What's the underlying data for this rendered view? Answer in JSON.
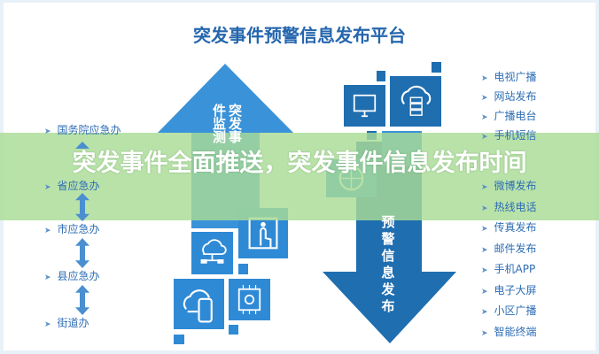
{
  "title": "突发事件预警信息发布平台",
  "up_arrow_label": "突发事件监测",
  "down_arrow_label": "预警信息发布",
  "levels": [
    "国务院应急办",
    "省应急办",
    "市应急办",
    "县应急办",
    "街道办"
  ],
  "channels": [
    "电视广播",
    "网站发布",
    "广播电台",
    "手机短信",
    "微博发布",
    "热线电话",
    "传真发布",
    "邮件发布",
    "手机APP",
    "电子大屏",
    "小区广播",
    "智能终端"
  ],
  "banner": "突发事件全面推送，突发事件信息发布时间",
  "colors": {
    "light_blue": "#2f8ad6",
    "dark_blue": "#1f6eb0",
    "text_blue": "#2e6db4",
    "banner_green": "#aadc96"
  }
}
